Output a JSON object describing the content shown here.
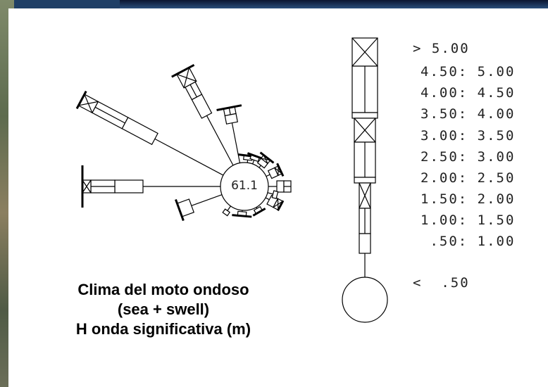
{
  "chart_data": {
    "type": "rose",
    "center_value": "61.1",
    "caption": [
      "Clima del moto ondoso",
      "(sea + swell)",
      "H onda significativa (m)"
    ],
    "legend": [
      {
        "label": "> 5.00",
        "symbol": "cross"
      },
      {
        "label": "4.50: 5.00",
        "symbol": "vline"
      },
      {
        "label": "4.00: 4.50",
        "symbol": "empty"
      },
      {
        "label": "3.50: 4.00",
        "symbol": "cross"
      },
      {
        "label": "3.00: 3.50",
        "symbol": "vline"
      },
      {
        "label": "2.50: 3.00",
        "symbol": "empty"
      },
      {
        "label": "2.00: 2.50",
        "symbol": "cross"
      },
      {
        "label": "1.50: 2.00",
        "symbol": "vline"
      },
      {
        "label": "1.00: 1.50",
        "symbol": "empty"
      },
      {
        "label": " .50: 1.00",
        "symbol": "empty"
      },
      {
        "label": "<  .50",
        "symbol": "circle"
      }
    ]
  }
}
